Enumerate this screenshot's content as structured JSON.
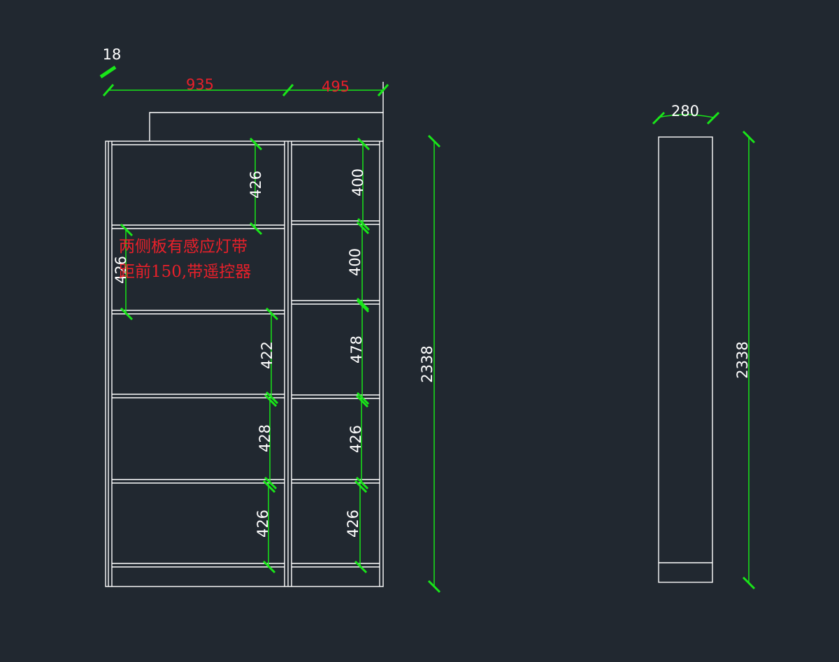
{
  "colors": {
    "background": "#212830",
    "outline": "#ffffff",
    "dimension_line": "#19e619",
    "dimension_red_text": "#e8202a",
    "note_text": "#e8202a"
  },
  "front_view": {
    "panel_thickness": "18",
    "left_width": "935",
    "right_width": "495",
    "total_height": "2338",
    "left_column_spacings": [
      "426",
      "426",
      "422",
      "428",
      "426"
    ],
    "right_column_spacings": [
      "400",
      "400",
      "478",
      "426",
      "426"
    ],
    "note_lines": [
      "两侧板有感应灯带",
      "距前150,带遥控器"
    ]
  },
  "side_view": {
    "depth": "280",
    "total_height": "2338"
  }
}
